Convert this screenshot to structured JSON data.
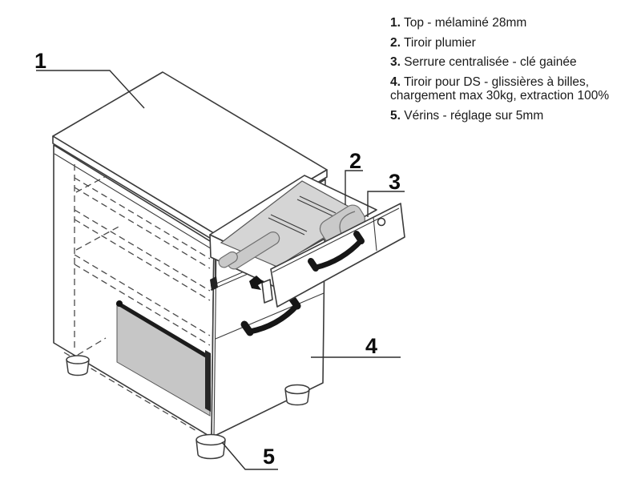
{
  "legend": {
    "items": [
      {
        "num": "1.",
        "text": "Top - mélaminé 28mm"
      },
      {
        "num": "2.",
        "text": "Tiroir plumier"
      },
      {
        "num": "3.",
        "text": "Serrure centralisée - clé gainée"
      },
      {
        "num": "4.",
        "text": "Tiroir pour DS - glissières à billes, chargement max 30kg, extraction 100%"
      },
      {
        "num": "5.",
        "text": "Vérins - réglage sur 5mm"
      }
    ]
  },
  "callouts": [
    {
      "label": "1",
      "target": "top-panel"
    },
    {
      "label": "2",
      "target": "pen-tray-drawer"
    },
    {
      "label": "3",
      "target": "central-lock"
    },
    {
      "label": "4",
      "target": "ds-drawer"
    },
    {
      "label": "5",
      "target": "adjustable-foot"
    }
  ],
  "colors": {
    "line": "#3b3b3b",
    "tray_fill": "#d5d5d5",
    "compartment_fill": "#c9c9c9",
    "interior_panel_fill": "#c6c6c6",
    "rail_dark": "#1c1c1c",
    "handle": "#161616",
    "text": "#1a1a1a"
  }
}
